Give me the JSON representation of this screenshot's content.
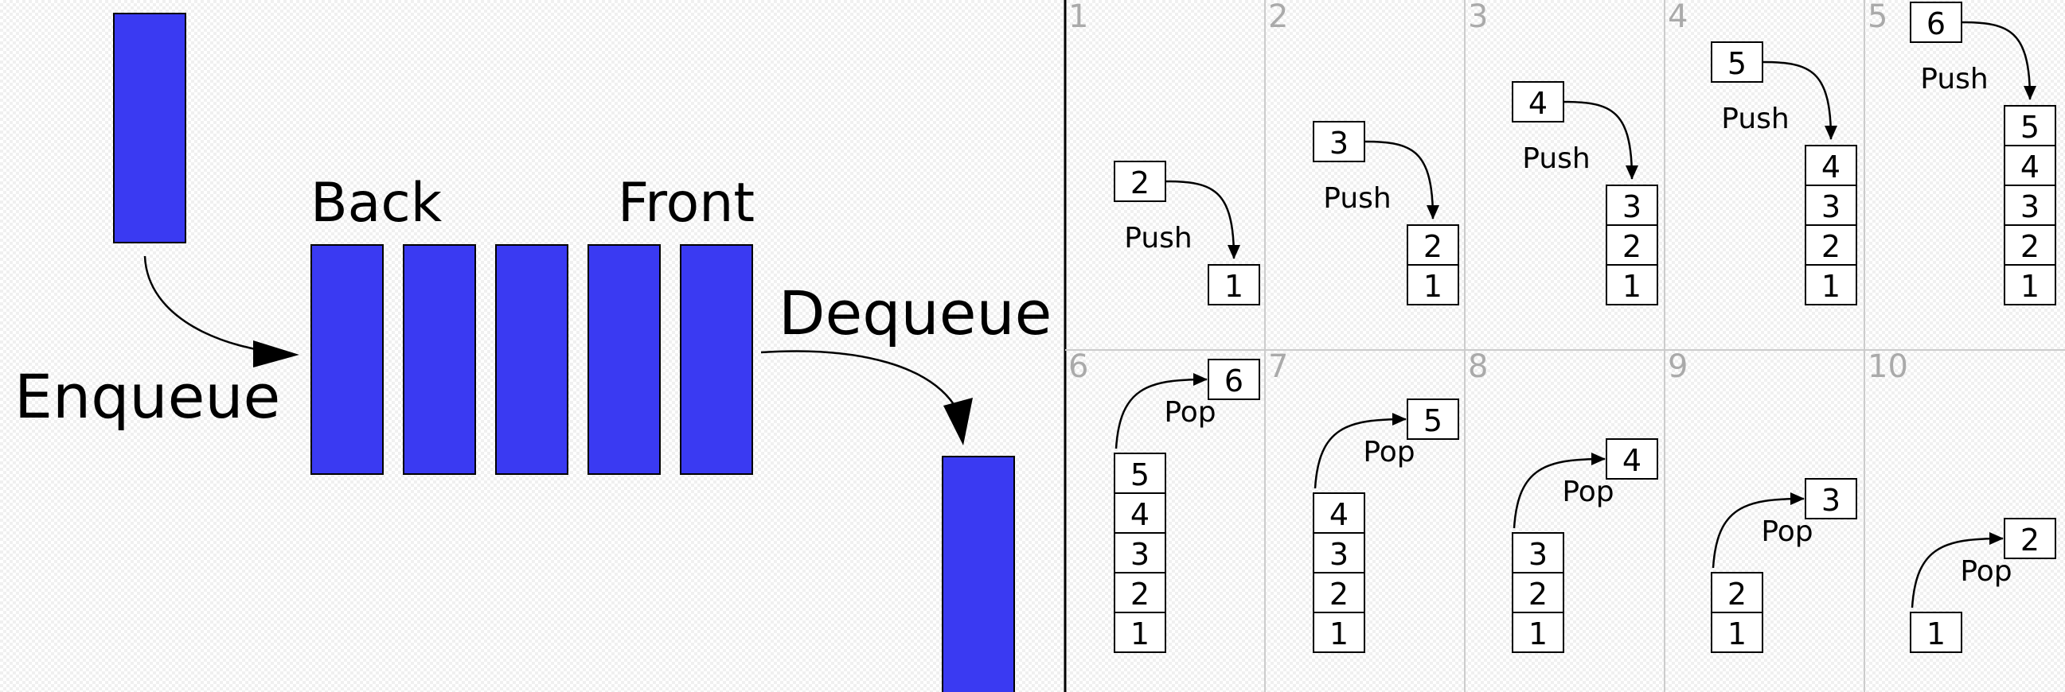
{
  "queue": {
    "back_label": "Back",
    "front_label": "Front",
    "enqueue_label": "Enqueue",
    "dequeue_label": "Dequeue",
    "colors": {
      "bar": "#3a3af2",
      "outline": "#000000"
    }
  },
  "stack": {
    "steps": [
      {
        "number": "1",
        "op": "Push",
        "value": "2",
        "stack": [
          "1"
        ]
      },
      {
        "number": "2",
        "op": "Push",
        "value": "3",
        "stack": [
          "1",
          "2"
        ]
      },
      {
        "number": "3",
        "op": "Push",
        "value": "4",
        "stack": [
          "1",
          "2",
          "3"
        ]
      },
      {
        "number": "4",
        "op": "Push",
        "value": "5",
        "stack": [
          "1",
          "2",
          "3",
          "4"
        ]
      },
      {
        "number": "5",
        "op": "Push",
        "value": "6",
        "stack": [
          "1",
          "2",
          "3",
          "4",
          "5"
        ]
      },
      {
        "number": "6",
        "op": "Pop",
        "value": "6",
        "stack": [
          "1",
          "2",
          "3",
          "4",
          "5"
        ]
      },
      {
        "number": "7",
        "op": "Pop",
        "value": "5",
        "stack": [
          "1",
          "2",
          "3",
          "4"
        ]
      },
      {
        "number": "8",
        "op": "Pop",
        "value": "4",
        "stack": [
          "1",
          "2",
          "3"
        ]
      },
      {
        "number": "9",
        "op": "Pop",
        "value": "3",
        "stack": [
          "1",
          "2"
        ]
      },
      {
        "number": "10",
        "op": "Pop",
        "value": "2",
        "stack": [
          "1"
        ]
      }
    ]
  }
}
